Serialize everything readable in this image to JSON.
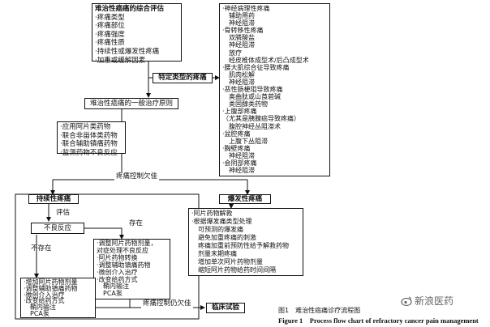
{
  "nodes": {
    "assessment": {
      "lines": [
        "难治性癌痛的综合评估",
        "·疼痛类型",
        "·疼痛部位",
        "·疼痛强度",
        "·疼痛性质",
        "·持续性或爆发性疼痛",
        "·加重或缓解因素"
      ]
    },
    "specific_pain": {
      "text": "特定类型的疼痛"
    },
    "general_principle": {
      "text": "难治性癌痛的一般治疗原则"
    },
    "drug_box": {
      "lines": [
        "·应用阿片类药物",
        "·联合非甾体类药物",
        "·联合辅助镇痛药物",
        "·监测药物不良反应"
      ]
    },
    "pain_types": {
      "lines": [
        "·神经病理性疼痛",
        "辅助用药",
        "神经阻滞",
        "·骨转移性疼痛",
        "双膦酸盐",
        "神经阻滞",
        "放疗",
        "经皮椎体成型术/后凸成型术",
        "·腰大肌综合征导致疼痛",
        "肌肉松解",
        "神经阻滞",
        "·恶性肠梗阻导致疼痛",
        "奥曲肽或山莨菪碱",
        "类固醇类药物",
        "·上腹部疼痛",
        "（尤其是胰腺癌导致疼痛）",
        "腹腔神经丛阻滞术",
        "·盆腔疼痛",
        "上腹下丛阻滞",
        "·胸壁疼痛",
        "神经阻滞",
        "·会阴部疼痛",
        "神经阻滞"
      ]
    },
    "persistent_pain": {
      "text": "持续性疼痛"
    },
    "breakthrough_pain": {
      "text": "爆发性疼痛"
    },
    "adverse_reaction": {
      "text": "不良反应"
    },
    "breakthrough_treatment": {
      "lines": [
        "·阿片药物解救",
        "·根据爆发痛类型处理",
        "可预测的爆发痛",
        "避免加重疼痛的刺激",
        "疼痛加重前预防性给予解救药物",
        "剂量末期疼痛",
        "增加单次阿片药物剂量",
        "缩短阿片药物给药时间间隔"
      ]
    },
    "adjust_box": {
      "lines": [
        "·调整阿片药物剂量，",
        "对症处理不良反应",
        "·阿片药物转换",
        "·调整辅助镇痛药物",
        "·微创介入治疗",
        "·改变给药方式",
        "鞘内输注",
        "PCA泵"
      ]
    },
    "increase_box": {
      "lines": [
        "·增加阿片药物剂量",
        "·调整辅助镇痛药物",
        "·微创介入治疗",
        "·改变给药方式",
        "鞘内输注",
        "PCA泵"
      ]
    },
    "clinical_trial": {
      "text": "临床试验"
    }
  },
  "edge_labels": {
    "pain_poor_control": "疼痛控制欠佳",
    "assess": "评估",
    "present": "存在",
    "absent": "不存在",
    "pain_poor_control_2": "疼痛控制仍欠佳"
  },
  "caption": {
    "zh": "图1　难治性癌痛诊疗流程图",
    "en": "Figure 1　Process flow chart of refractory cancer pain management"
  },
  "watermark": {
    "text": "新浪医药"
  },
  "colors": {
    "line": "#111111",
    "watermark": "#666666"
  }
}
